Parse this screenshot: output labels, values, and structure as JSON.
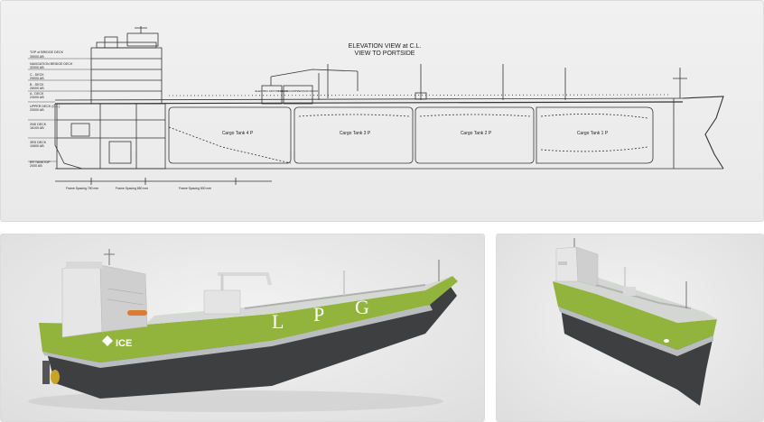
{
  "drawing": {
    "title_line1": "ELEVATION VIEW  at C.L.",
    "title_line2": "VIEW TO PORTSIDE",
    "deck_labels": [
      "TOP of BRIDGE DECK",
      "35000 AB",
      "NAVIGATION BRIDGE DECK",
      "32000 AB",
      "C - DECK",
      "29000 AB",
      "B - DECK",
      "26000 AB",
      "A - DECK",
      "23000 AB",
      "UPPER DECK (C.L.)",
      "20000 AB",
      "2ND DECK",
      "16100 AB",
      "3RD DECK",
      "10600 AB",
      "ER TANKTOP",
      "2000 AB"
    ],
    "tanks": [
      "Cargo Tank 4 P",
      "Cargo Tank 3 P",
      "Cargo Tank 2 P",
      "Cargo Tank 1 P"
    ],
    "room_labels": [
      "ELECTRIC MOTOR ROOM",
      "CARGO COMPRESSOR ROOM"
    ],
    "frame_labels": [
      "Frame Spacing 750 mm",
      "Frame Spacing 850 mm",
      "Frame Spacing 800 mm"
    ]
  },
  "render_left": {
    "hull_letters": [
      "L",
      "P",
      "G"
    ],
    "logo_text": "ICE"
  },
  "colors": {
    "hull_green": "#93b43c",
    "hull_dark": "#3d3f41",
    "superstructure": "#e2e2e2",
    "line": "#333333"
  }
}
